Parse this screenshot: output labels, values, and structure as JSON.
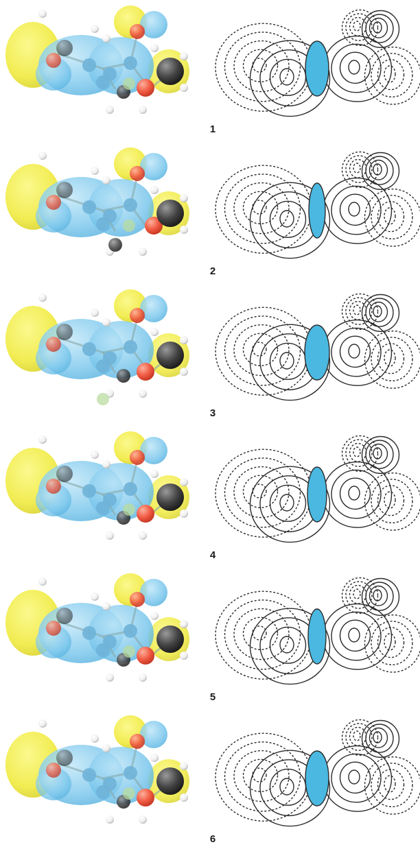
{
  "panels": [
    {
      "label": "1"
    },
    {
      "label": "2"
    },
    {
      "label": "3"
    },
    {
      "label": "4"
    },
    {
      "label": "5"
    },
    {
      "label": "6"
    }
  ],
  "colors": {
    "positive_lobe": "#f2ee3a",
    "negative_lobe": "#7dc8ee",
    "oxygen": "#f25c45",
    "carbon": "#3a3a3a",
    "hydrogen": "#f4f4f4",
    "fluorine": "#b9dca0",
    "contour_line": "#2b2b2b",
    "bond_region": "#4ab8e0"
  }
}
